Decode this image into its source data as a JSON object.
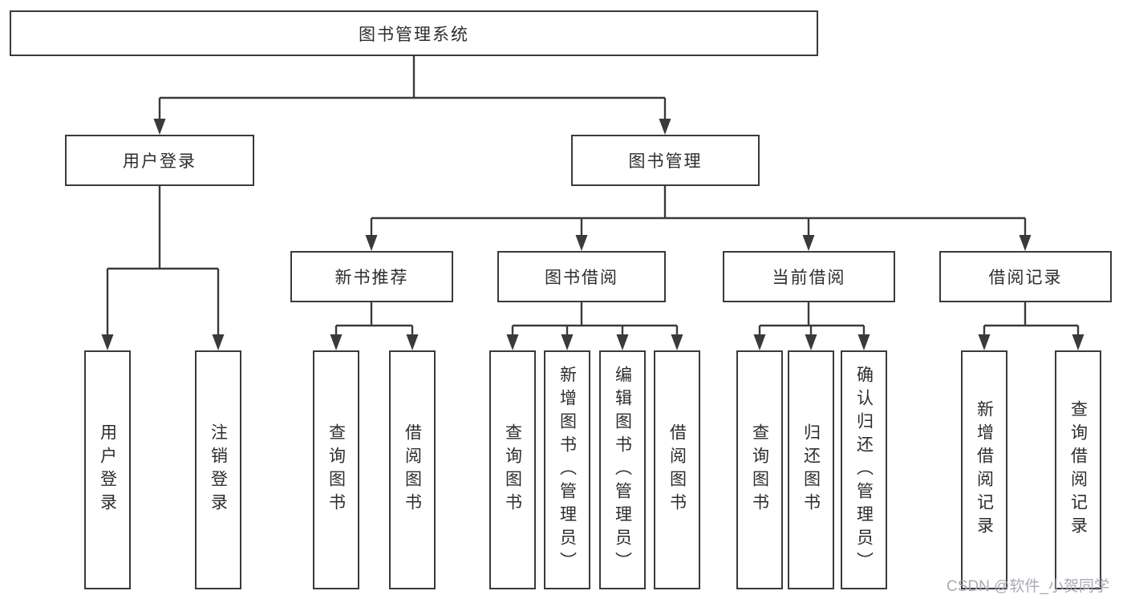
{
  "tree": {
    "root": {
      "label": "图书管理系统"
    },
    "user_login": {
      "label": "用户登录",
      "children": [
        {
          "label": "用户登录"
        },
        {
          "label": "注销登录"
        }
      ]
    },
    "book_management": {
      "label": "图书管理",
      "sections": [
        {
          "label": "新书推荐",
          "children": [
            {
              "label": "查询图书"
            },
            {
              "label": "借阅图书"
            }
          ]
        },
        {
          "label": "图书借阅",
          "children": [
            {
              "label": "查询图书"
            },
            {
              "label": "新增图书（管理员）"
            },
            {
              "label": "编辑图书（管理员）"
            },
            {
              "label": "借阅图书"
            }
          ]
        },
        {
          "label": "当前借阅",
          "children": [
            {
              "label": "查询图书"
            },
            {
              "label": "归还图书"
            },
            {
              "label": "确认归还（管理员）"
            }
          ]
        },
        {
          "label": "借阅记录",
          "children": [
            {
              "label": "新增借阅记录"
            },
            {
              "label": "查询借阅记录"
            }
          ]
        }
      ]
    }
  },
  "colors": {
    "line": "#3a3a3a",
    "text": "#2d2d2d",
    "watermark": "#a5a5af"
  },
  "watermark": "CSDN @软件_小贺同学"
}
